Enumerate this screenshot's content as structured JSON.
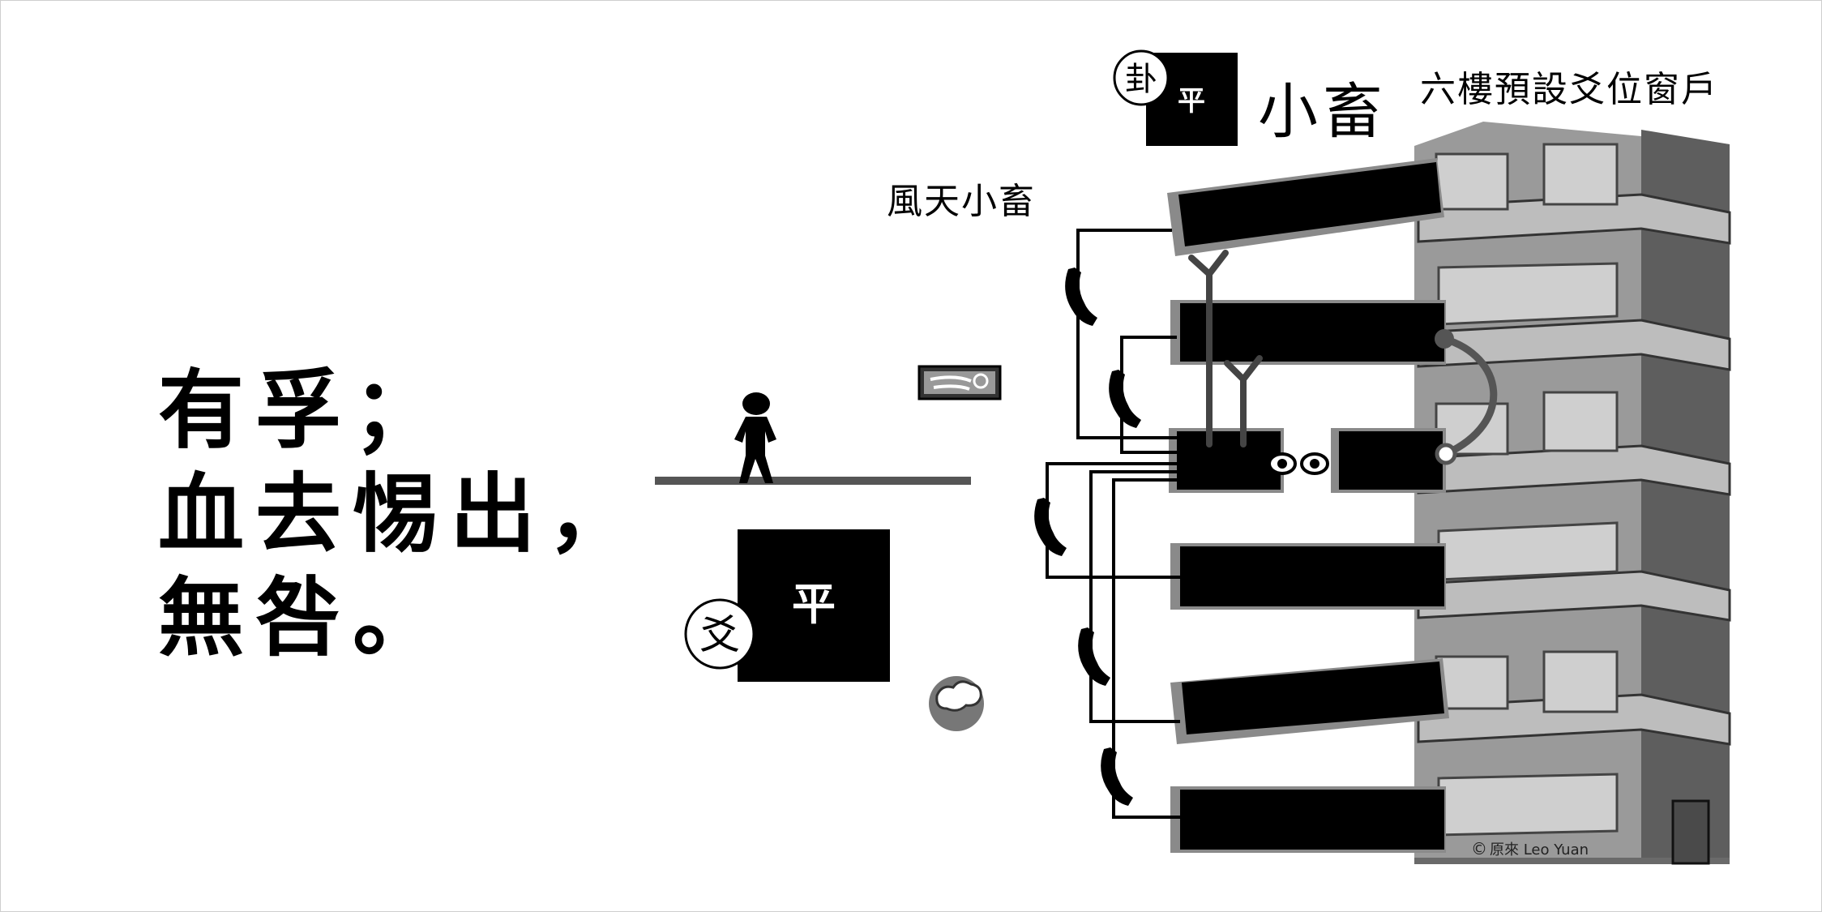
{
  "hexagram": {
    "gua_badge": "卦",
    "ping_label": "平",
    "title": "小畜",
    "full_name": "風天小畜",
    "note": "六樓預設爻位窗戶"
  },
  "yao": {
    "badge": "爻",
    "ping_label": "平"
  },
  "main_text": {
    "line1": "有孚；",
    "line2": "血去惕出，",
    "line3": "無咎。"
  },
  "credit": {
    "symbol": "©",
    "text": "原來 Leo Yuan"
  },
  "colors": {
    "window": "#000000",
    "building_face": "#9a9a9a",
    "building_side": "#5e5e5e",
    "glass": "#cfcfcf",
    "link": "#555555"
  }
}
